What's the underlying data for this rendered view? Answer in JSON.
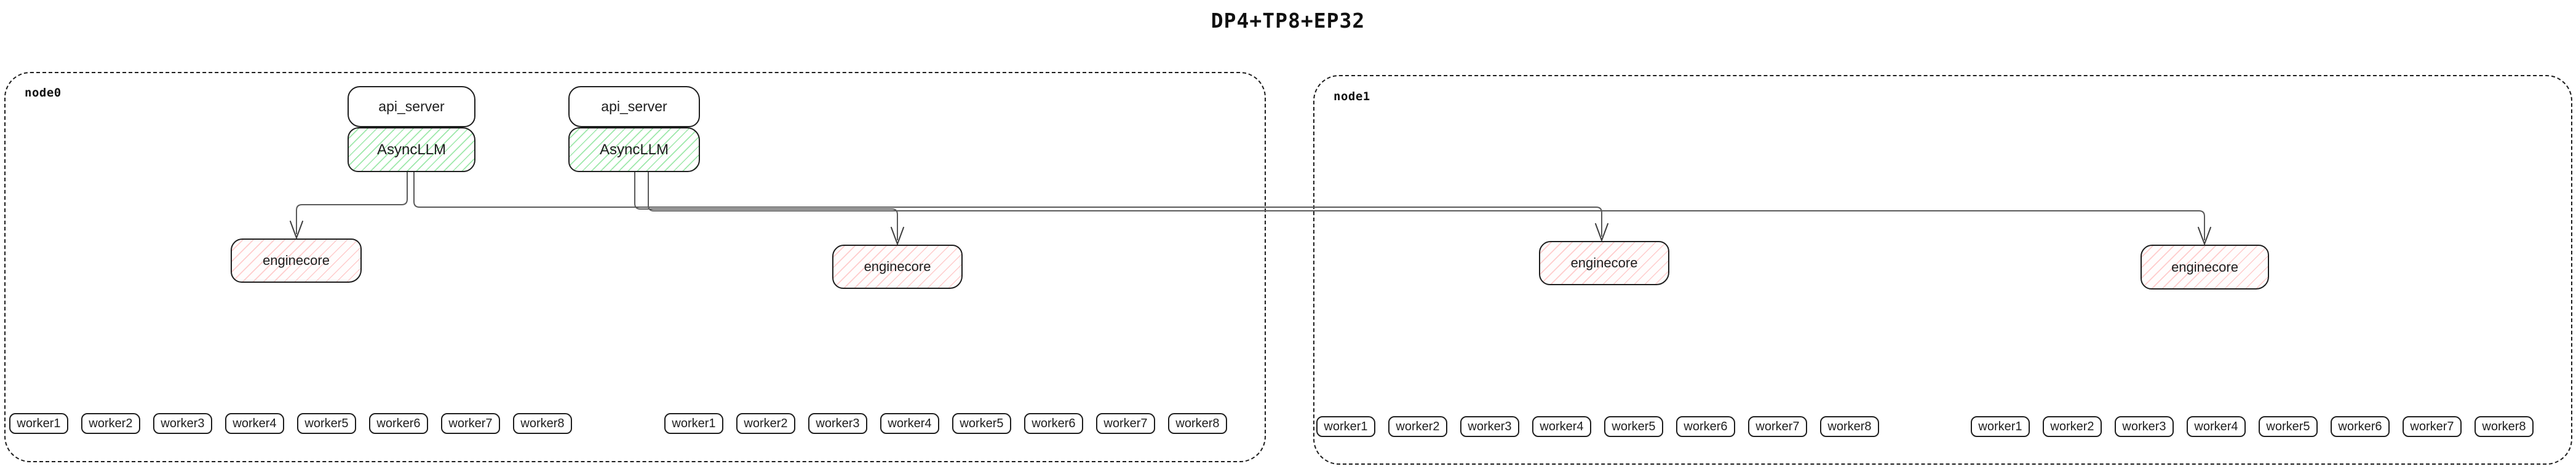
{
  "title": "DP4+TP8+EP32",
  "node0": {
    "label": "node0"
  },
  "node1": {
    "label": "node1"
  },
  "stacks": [
    {
      "api_server": "api_server",
      "async_llm": "AsyncLLM"
    },
    {
      "api_server": "api_server",
      "async_llm": "AsyncLLM"
    }
  ],
  "enginecores": {
    "ec1": "enginecore",
    "ec2": "enginecore",
    "ec3": "enginecore",
    "ec4": "enginecore"
  },
  "workers": {
    "node0_group1": [
      "worker1",
      "worker2",
      "worker3",
      "worker4",
      "worker5",
      "worker6",
      "worker7",
      "worker8"
    ],
    "node0_group2": [
      "worker1",
      "worker2",
      "worker3",
      "worker4",
      "worker5",
      "worker6",
      "worker7",
      "worker8"
    ],
    "node1_group1": [
      "worker1",
      "worker2",
      "worker3",
      "worker4",
      "worker5",
      "worker6",
      "worker7",
      "worker8"
    ],
    "node1_group2": [
      "worker1",
      "worker2",
      "worker3",
      "worker4",
      "worker5",
      "worker6",
      "worker7",
      "worker8"
    ]
  },
  "colors": {
    "border": "#1e1e1e",
    "async_llm_hatch": "#69db7c",
    "enginecore_hatch": "#ff8282",
    "connector": "#5a5a5a",
    "background": "#ffffff"
  }
}
